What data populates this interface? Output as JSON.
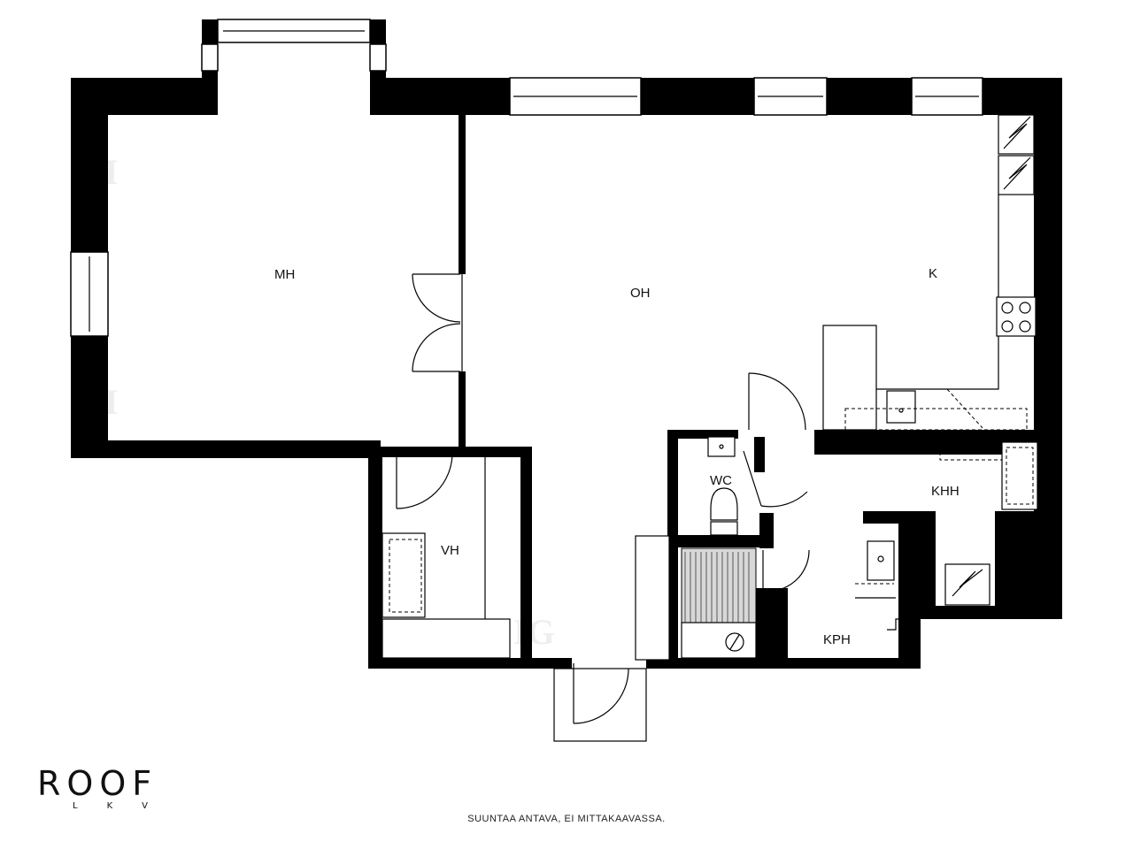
{
  "rooms": {
    "mh": "MH",
    "oh": "OH",
    "k": "K",
    "vh": "VH",
    "wc": "WC",
    "khh": "KHH",
    "kph": "KPH"
  },
  "watermark": [
    "ISI",
    "ISI",
    "IG"
  ],
  "logo": {
    "name": "ROOF",
    "sub": "LKV"
  },
  "disclaimer": "SUUNTAA ANTAVA, EI MITTAKAAVASSA."
}
